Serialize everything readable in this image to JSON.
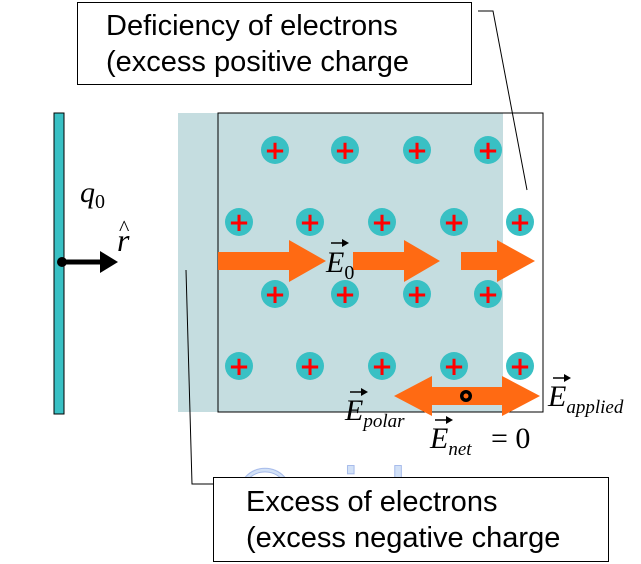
{
  "callouts": {
    "top": {
      "line1": "Deficiency of electrons",
      "line2": "(excess positive charge"
    },
    "bottom": {
      "line1": "Excess of electrons",
      "line2": "(excess negative charge"
    }
  },
  "labels": {
    "charge": "q",
    "charge_sub": "0",
    "unit_vector": "r",
    "field_zero": "E",
    "field_zero_sub": "0",
    "field_polar": "E",
    "field_polar_sub": "polar",
    "field_applied": "E",
    "field_applied_sub": "applied",
    "field_net": "E",
    "field_net_sub": "net",
    "field_net_value": "= 0"
  },
  "ion_symbol": "+",
  "watermark": "©sidoway",
  "colors": {
    "slab_fill": "#c5dde0",
    "ion_fill": "#39c0c4",
    "ion_sign": "#ff0000",
    "arrow_orange": "#ff6a13",
    "plate": "#39c0c4"
  }
}
